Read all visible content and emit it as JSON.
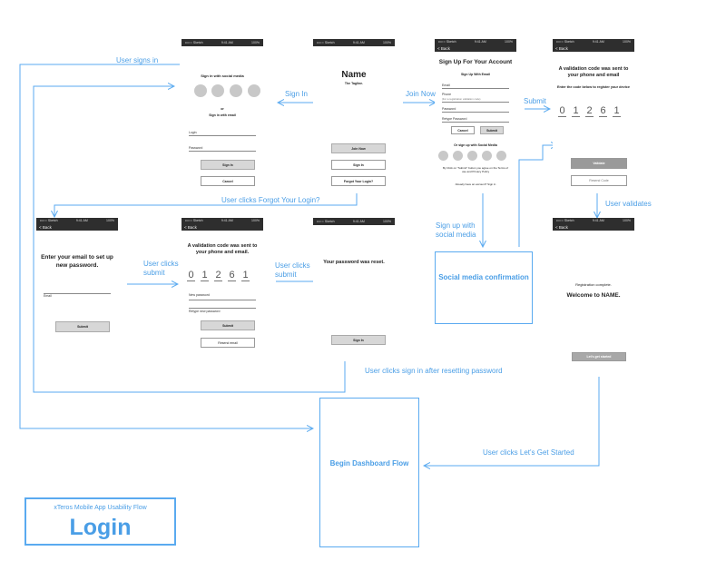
{
  "status": {
    "carrier": "•••○○ Sketch",
    "time": "9:41 AM",
    "battery": "100%"
  },
  "back_label": "< Back",
  "screens": {
    "signin": {
      "social_title": "Sign in with social media",
      "or": "or",
      "email_title": "Sign in  with email",
      "login_label": "Login",
      "password_label": "Password",
      "signin_btn": "Sign In",
      "cancel_btn": "Cancel"
    },
    "splash": {
      "name": "Name",
      "tagline": "The Tagline.",
      "join_btn": "Join Now",
      "signin_btn": "Sign In",
      "forgot_btn": "Forgot Your Login?"
    },
    "signup": {
      "title": "Sign Up For Your Account",
      "email_subtitle": "Sign Up With Email",
      "email_label": "Email",
      "phone_label": "Phone",
      "phone_hint": "(For a registration validation code)",
      "password_label": "Password",
      "retype_label": "Retype Password",
      "cancel_btn": "Cancel",
      "submit_btn": "Submit",
      "social_subtitle": "Or sign up with Social Media",
      "terms": "By Click on \"Submit\" button you agree on the Terms of use and Privacy Policy",
      "already": "Already have an account? Sign in"
    },
    "validate": {
      "title": "A validation code was sent to your phone and email",
      "instruction": "Enter the code below to register your device",
      "code": [
        "0",
        "1",
        "2",
        "6",
        "1"
      ],
      "validate_btn": "Validate",
      "resend_btn": "Resend Code"
    },
    "forgot": {
      "title": "Enter your email to set up new password.",
      "email_label": "Email",
      "submit_btn": "Submit"
    },
    "reset_code": {
      "title": "A validation code was sent to your phone and email.",
      "code": [
        "0",
        "1",
        "2",
        "6",
        "1"
      ],
      "newpass_label": "New password",
      "retype_label": "Retype new password",
      "submit_btn": "Submit",
      "resend_btn": "Resend email"
    },
    "reset_done": {
      "title": "Your password was reset.",
      "signin_btn": "Sign In"
    },
    "complete": {
      "line1": "Registration complete.",
      "line2": "Welcome to NAME.",
      "start_btn": "Let's get started"
    }
  },
  "flow_labels": {
    "user_signs_in": "User signs in",
    "sign_in": "Sign In",
    "join_now": "Join Now",
    "submit": "Submit",
    "forgot": "User clicks Forgot Your Login?",
    "user_validates": "User validates",
    "sign_up_social": "Sign up with social media",
    "clicks_submit_1": "User clicks submit",
    "clicks_submit_2": "User clicks submit",
    "signin_after_reset": "User clicks sign in after resetting password",
    "lets_get_started": "User clicks Let's Get Started"
  },
  "boxes": {
    "social_confirm": "Social media confirmation",
    "dashboard": "Begin Dashboard Flow"
  },
  "title_block": {
    "subtitle": "xTeros Mobile App Usability Flow",
    "title": "Login"
  },
  "colors": {
    "flow": "#5aaaf0",
    "status_bar": "#2e2e2e",
    "button_gray": "#d7d7d7"
  }
}
